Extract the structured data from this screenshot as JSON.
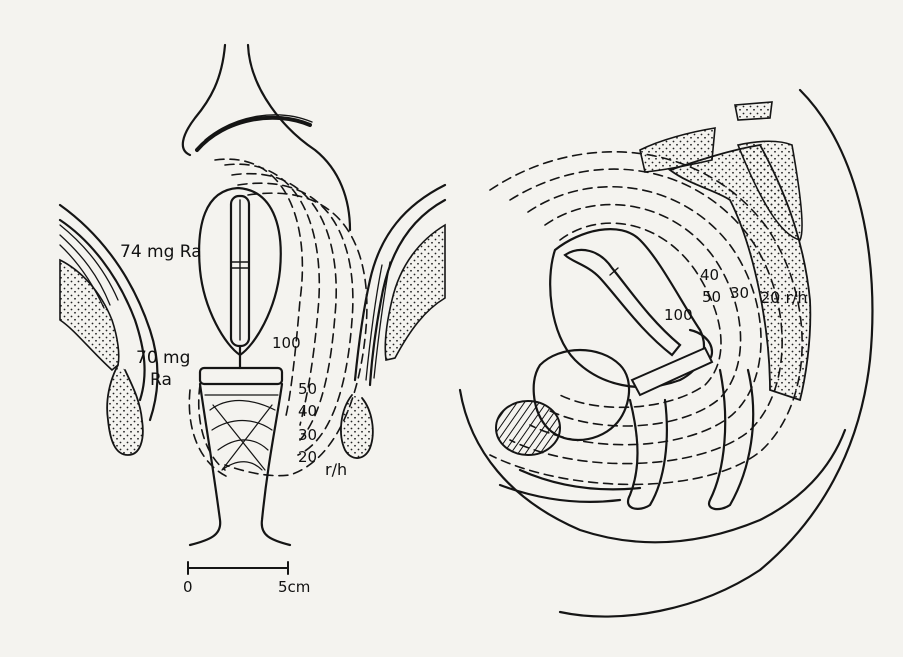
{
  "left_view": {
    "source_upper": "74 mg Ra",
    "source_lower_line1": "70 mg",
    "source_lower_line2": "Ra",
    "isodose": [
      "100",
      "50",
      "40",
      "30",
      "20"
    ],
    "unit": "r/h",
    "scale_start": "0",
    "scale_end": "5cm"
  },
  "right_view": {
    "isodose": [
      "100",
      "40",
      "50",
      "30",
      "20 r/h"
    ]
  },
  "colors": {
    "ink": "#151515",
    "paper": "#f4f3ef"
  }
}
